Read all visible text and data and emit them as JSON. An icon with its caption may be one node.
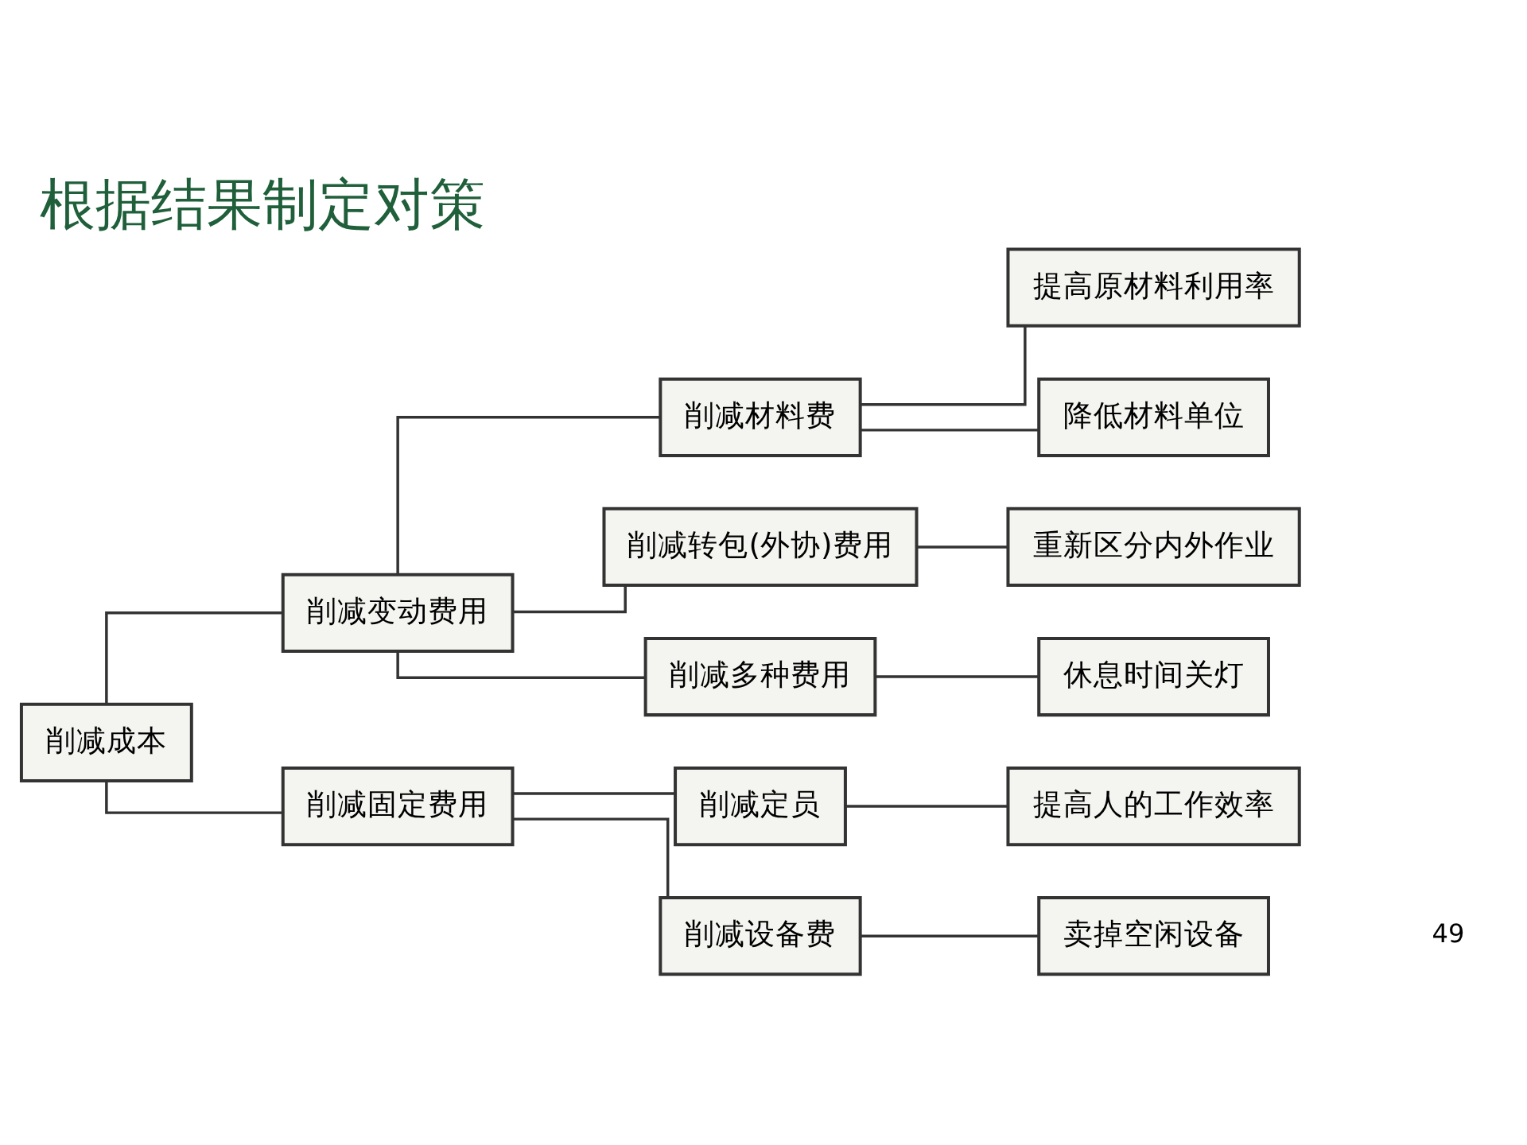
{
  "diagram": {
    "title": "根据结果制定对策",
    "nodes": [
      {
        "text": [
          "削减成本"
        ]
      },
      {
        "text": [
          "削减变动费用"
        ]
      },
      {
        "text": [
          "削减固定费用"
        ]
      },
      {
        "text": [
          "削减材料费"
        ]
      },
      {
        "text": [
          "削减转包(外协)费用"
        ]
      },
      {
        "text": [
          "削减多种费用"
        ]
      },
      {
        "text": [
          "削减定员"
        ]
      },
      {
        "text": [
          "削减设备费"
        ]
      },
      {
        "text": [
          "提高原材料利用率"
        ]
      },
      {
        "text": [
          "降低材料单位"
        ]
      },
      {
        "text": [
          "重新区分内外作业"
        ]
      },
      {
        "text": [
          "休息时间关灯"
        ]
      },
      {
        "text": [
          "提高人的工作效率"
        ]
      },
      {
        "text": [
          "卖掉空闲设备"
        ]
      }
    ],
    "edges": [
      {
        "from": 0,
        "to": 1,
        "arrow": "none"
      },
      {
        "from": 0,
        "to": 2,
        "arrow": "none"
      },
      {
        "from": 1,
        "to": 3,
        "arrow": "none"
      },
      {
        "from": 1,
        "to": 4,
        "arrow": "none"
      },
      {
        "from": 1,
        "to": 5,
        "arrow": "none"
      },
      {
        "from": 2,
        "to": 6,
        "arrow": "none"
      },
      {
        "from": 2,
        "to": 7,
        "arrow": "none"
      },
      {
        "from": 3,
        "to": 8,
        "arrow": "none"
      },
      {
        "from": 3,
        "to": 9,
        "arrow": "none"
      },
      {
        "from": 4,
        "to": 10,
        "arrow": "none"
      },
      {
        "from": 5,
        "to": 11,
        "arrow": "none"
      },
      {
        "from": 6,
        "to": 12,
        "arrow": "none"
      },
      {
        "from": 7,
        "to": 13,
        "arrow": "none"
      }
    ],
    "labels": [
      "49"
    ]
  }
}
